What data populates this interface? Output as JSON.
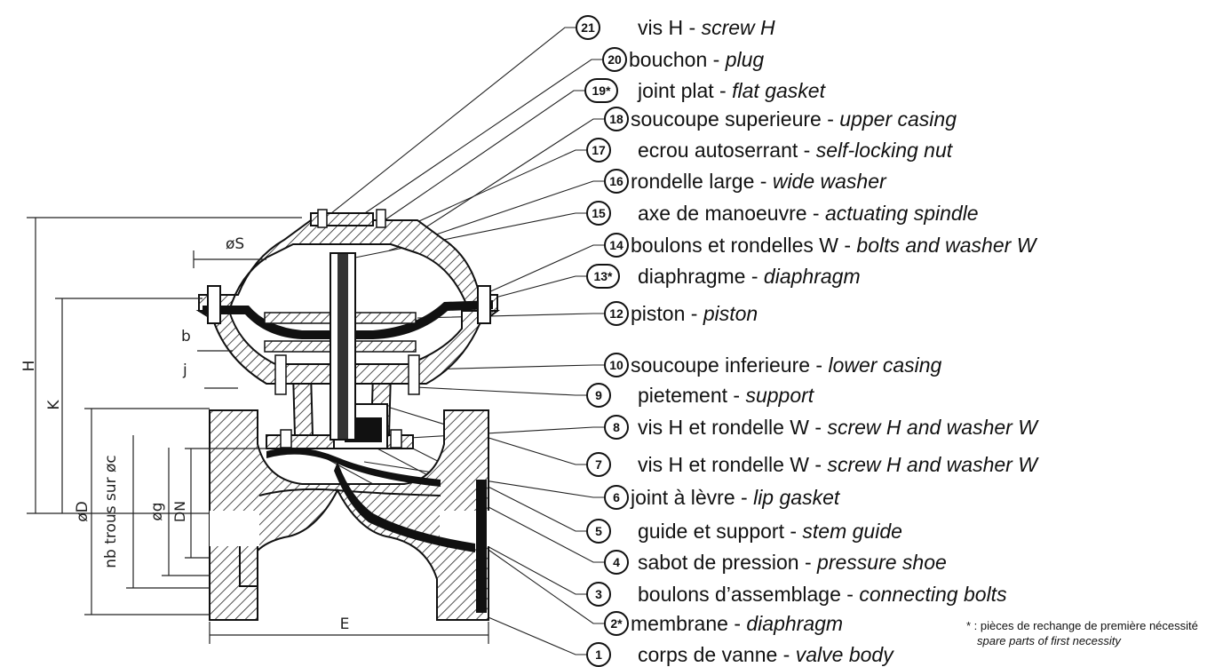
{
  "parts": [
    {
      "num": "21",
      "fr": "vis H",
      "en": "screw H"
    },
    {
      "num": "20",
      "fr": "bouchon",
      "en": "plug"
    },
    {
      "num": "19*",
      "fr": "joint plat",
      "en": "flat gasket"
    },
    {
      "num": "18",
      "fr": "soucoupe superieure",
      "en": "upper casing"
    },
    {
      "num": "17",
      "fr": "ecrou autoserrant",
      "en": "self-locking nut"
    },
    {
      "num": "16",
      "fr": "rondelle large",
      "en": "wide washer"
    },
    {
      "num": "15",
      "fr": "axe de manoeuvre",
      "en": "actuating spindle"
    },
    {
      "num": "14",
      "fr": "boulons et rondelles W",
      "en": "bolts and washer W"
    },
    {
      "num": "13*",
      "fr": "diaphragme",
      "en": "diaphragm"
    },
    {
      "num": "12",
      "fr": "piston",
      "en": "piston"
    },
    {
      "num": "10",
      "fr": "soucoupe inferieure",
      "en": "lower casing"
    },
    {
      "num": "9",
      "fr": "pietement",
      "en": "support"
    },
    {
      "num": "8",
      "fr": "vis H et rondelle W",
      "en": "screw H and washer W"
    },
    {
      "num": "7",
      "fr": "vis H et rondelle W",
      "en": "screw H and washer W"
    },
    {
      "num": "6",
      "fr": "joint à lèvre",
      "en": "lip gasket"
    },
    {
      "num": "5",
      "fr": "guide et support",
      "en": "stem guide"
    },
    {
      "num": "4",
      "fr": "sabot de pression",
      "en": "pressure shoe"
    },
    {
      "num": "3",
      "fr": "boulons d’assemblage",
      "en": "connecting bolts"
    },
    {
      "num": "2*",
      "fr": "membrane",
      "en": "diaphragm"
    },
    {
      "num": "1",
      "fr": "corps de vanne",
      "en": "valve body"
    }
  ],
  "dimensions": {
    "s": "øS",
    "b": "b",
    "j": "j",
    "h": "H",
    "k": "K",
    "d": "øD",
    "c": "nb trous sur øc",
    "g": "øg",
    "dn": "DN",
    "e": "E"
  },
  "footnote": {
    "fr": "* : pièces de rechange de première nécessité",
    "en": "spare parts of first necessity"
  }
}
